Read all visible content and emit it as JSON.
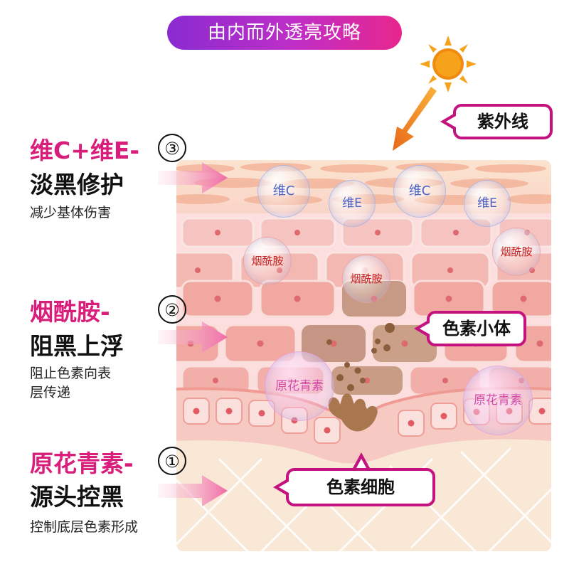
{
  "title": "由内而外透亮攻略",
  "colors": {
    "accent": "#d81e7a",
    "title_gradient_start": "#8a2bd0",
    "title_gradient_end": "#e8268d",
    "callout_border": "#c4137f"
  },
  "callouts": {
    "uv": "紫外线",
    "melanosome": "色素小体",
    "melanocyte": "色素细胞"
  },
  "steps": [
    {
      "number": "③",
      "heading": "维C+维E-",
      "subheading": "淡黑修护",
      "description": "减少基体伤害",
      "icon": "arrow-right-icon"
    },
    {
      "number": "②",
      "heading": "烟酰胺-",
      "subheading": "阻黑上浮",
      "description_lines": [
        "阻止色素向表",
        "层传递"
      ],
      "icon": "arrow-right-icon"
    },
    {
      "number": "①",
      "heading": "原花青素-",
      "subheading": "源头控黑",
      "description": "控制底层色素形成",
      "icon": "arrow-right-icon"
    }
  ],
  "bubbles": {
    "vc1": "维C",
    "ve1": "维E",
    "vc2": "维C",
    "ve2": "维E",
    "niacin1": "烟酰胺",
    "niacin2": "烟酰胺",
    "niacin3": "烟酰胺",
    "opc1": "原花青素",
    "opc2": "原花青素"
  },
  "icons": {
    "sun": "sun-icon",
    "uv_arrow": "arrow-down-left-icon"
  }
}
